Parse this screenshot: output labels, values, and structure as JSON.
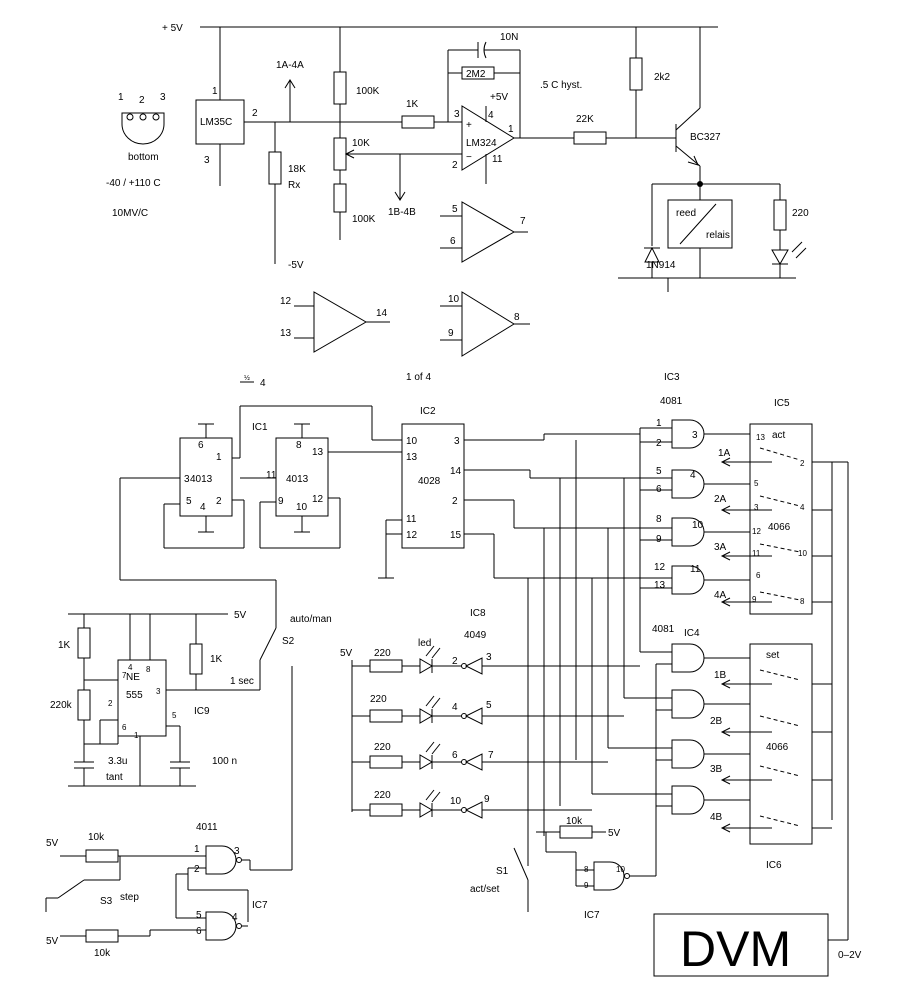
{
  "power": {
    "vplus": "+ 5V",
    "vminus": "-5V",
    "v5": "+5V",
    "v5b": "5V"
  },
  "sensor": {
    "name": "LM35C",
    "pins": [
      "1",
      "2",
      "3"
    ],
    "pin_out": "2",
    "pin_top": "1",
    "pin_bottom": "3",
    "view": "bottom",
    "range": "-40 / +110 C",
    "scale": "10MV/C"
  },
  "resistors": {
    "r100k_top": "100K",
    "r1k": "1K",
    "r10k_pot": "10K",
    "r100k_bot": "100K",
    "r18k": "18K",
    "rx": "Rx",
    "r2m2": "2M2",
    "c10n": "10N",
    "r22k": "22K",
    "r2k2": "2k2",
    "r220": "220"
  },
  "tests": {
    "t1a4a": "1A-4A",
    "t1b4b": "1B-4B"
  },
  "opamp": {
    "name": "LM324",
    "hyst": ".5 C hyst.",
    "pins": {
      "p3": "3",
      "p2": "2",
      "p4": "4",
      "p1": "1",
      "p11": "11",
      "p5": "5",
      "p6": "6",
      "p7": "7",
      "p12": "12",
      "p13": "13",
      "p14": "14",
      "p10": "10",
      "p9": "9",
      "p8": "8"
    },
    "plus": "+",
    "minus": "−",
    "of4": "1 of 4"
  },
  "relay": {
    "transistor": "BC327",
    "relay_line1": "reed",
    "relay_line2": "relais",
    "diode": "1N914"
  },
  "div": {
    "frac": "½",
    "four": "4"
  },
  "ic1": {
    "label": "IC1",
    "chip1": "4013",
    "chip2": "4013",
    "pins_a": {
      "p6": "6",
      "p1": "1",
      "p3": "3",
      "p5": "5",
      "p4": "4",
      "p2": "2"
    },
    "pins_b": {
      "p8": "8",
      "p13": "13",
      "p11": "11",
      "p9": "9",
      "p10": "10",
      "p12": "12"
    }
  },
  "ic2": {
    "label": "IC2",
    "chip": "4028",
    "pins": {
      "p10": "10",
      "p13": "13",
      "p11": "11",
      "p12": "12",
      "p3": "3",
      "p14": "14",
      "p2": "2",
      "p15": "15"
    }
  },
  "ic3": {
    "label": "IC3",
    "chip": "4081",
    "pins": [
      "1",
      "2",
      "3",
      "5",
      "6",
      "4",
      "8",
      "9",
      "10",
      "12",
      "13",
      "11"
    ]
  },
  "ic4": {
    "label": "IC4",
    "chip": "4081"
  },
  "ic5": {
    "label": "IC5",
    "state": "act",
    "chip": "4066",
    "outs": [
      "1A",
      "2A",
      "3A",
      "4A"
    ],
    "pins": [
      "13",
      "2",
      "5",
      "4",
      "3",
      "12",
      "10",
      "11",
      "6",
      "8",
      "9"
    ]
  },
  "ic6": {
    "label": "IC6",
    "state": "set",
    "chip": "4066",
    "outs": [
      "1B",
      "2B",
      "3B",
      "4B"
    ]
  },
  "ic8": {
    "label": "IC8",
    "chip": "4049",
    "led": "led",
    "pins": [
      [
        "2",
        "3"
      ],
      [
        "4",
        "5"
      ],
      [
        "6",
        "7"
      ],
      [
        "10",
        "9"
      ]
    ]
  },
  "ic9": {
    "label": "IC9",
    "chip_l1": "NE",
    "chip_l2": "555",
    "pins": {
      "p4": "4",
      "p8": "8",
      "p7": "7",
      "p2": "2",
      "p6": "6",
      "p1": "1",
      "p3": "3",
      "p5": "5"
    },
    "r1k_a": "1K",
    "r220k": "220k",
    "r1k_b": "1K",
    "c33": "3.3u",
    "tant": "tant",
    "c100": "100 n",
    "freq": "1 sec"
  },
  "switches": {
    "s2": "S2",
    "automan": "auto/man",
    "s1": "S1",
    "actset": "act/set",
    "s3": "S3",
    "step": "step"
  },
  "ic7": {
    "label": "IC7",
    "chip": "4011",
    "r10k": "10k",
    "r10k_b": "10k",
    "r10k_c": "10k",
    "pins_a": [
      "1",
      "2",
      "3"
    ],
    "pins_b": [
      "5",
      "6",
      "4"
    ],
    "pins_c": [
      "8",
      "9",
      "10"
    ]
  },
  "dvm": {
    "label": "DVM",
    "range": "0–2V"
  }
}
